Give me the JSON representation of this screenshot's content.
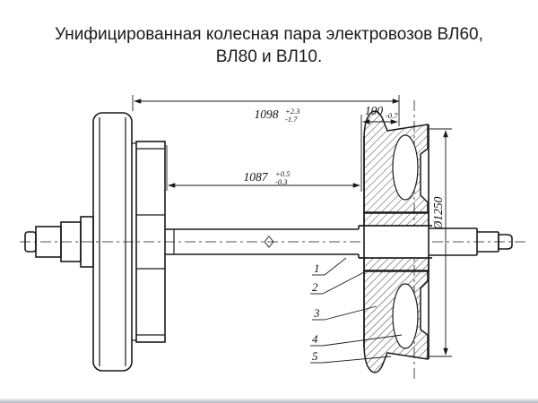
{
  "slide": {
    "title1": "Унифицированная колесная пара электровозов ВЛ60,",
    "title2": "ВЛ80 и ВЛ10."
  },
  "dims": {
    "d1098": {
      "value": "1098",
      "tol_up": "+2.3",
      "tol_down": "-1.7"
    },
    "d1087": {
      "value": "1087",
      "tol_up": "+0.5",
      "tol_down": "-0.3"
    },
    "d100": {
      "value": "100",
      "tol_down": "-0.7"
    },
    "d1250": {
      "value": "Ø1250"
    }
  },
  "parts": [
    "1",
    "2",
    "3",
    "4",
    "5"
  ],
  "colors": {
    "line": "#1a1a1a",
    "background": "#ffffff"
  }
}
